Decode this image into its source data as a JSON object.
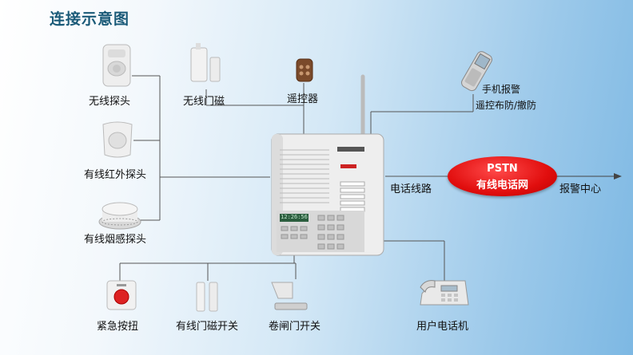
{
  "title": "连接示意图",
  "devices": {
    "wireless_detector": "无线探头",
    "wireless_door_magnet": "无线门磁",
    "remote_control": "遥控器",
    "mobile_alarm": "手机报警",
    "remote_arm_disarm": "遥控布防/撤防",
    "wired_ir_detector": "有线红外探头",
    "wired_smoke_detector": "有线烟感探头",
    "phone_line": "电话线路",
    "alarm_center": "报警中心",
    "emergency_button": "紧急按扭",
    "wired_door_magnet_switch": "有线门磁开关",
    "rolling_door_switch": "卷闸门开关",
    "user_phone": "用户电话机"
  },
  "pstn": {
    "line1": "PSTN",
    "line2": "有线电话网"
  },
  "host": {
    "lcd": "12:26:56"
  },
  "colors": {
    "title": "#1a5a78",
    "pstn": "#e10e0e",
    "wire": "#555555"
  }
}
